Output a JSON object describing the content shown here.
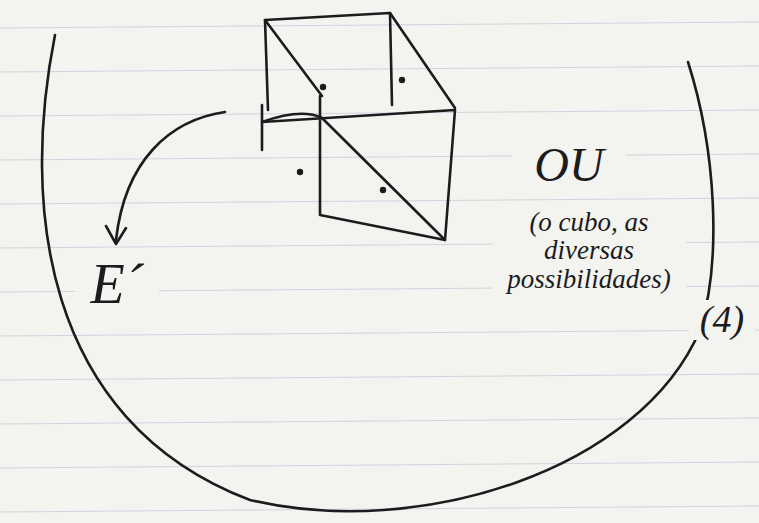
{
  "diagram": {
    "labels": [
      "E´",
      "OU",
      "(o cubo, as diversas possibilidades)",
      "(4)"
    ]
  }
}
